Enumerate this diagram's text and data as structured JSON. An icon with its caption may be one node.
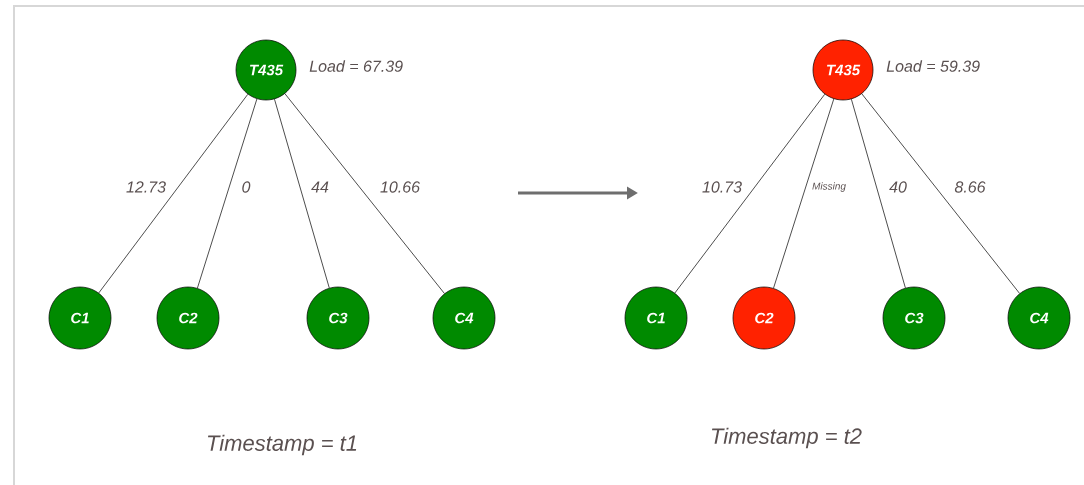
{
  "diagram": {
    "nodes": [
      {
        "text": [
          "T435"
        ],
        "beside": [
          "Load = 67.39"
        ]
      },
      {
        "text": [
          "C1"
        ]
      },
      {
        "text": [
          "C2"
        ]
      },
      {
        "text": [
          "C3"
        ]
      },
      {
        "text": [
          "C4"
        ]
      },
      {
        "text": [
          "T435"
        ],
        "beside": [
          "Load = 59.39"
        ]
      },
      {
        "text": [
          "C1"
        ]
      },
      {
        "text": [
          "C2"
        ]
      },
      {
        "text": [
          "C3"
        ]
      },
      {
        "text": [
          "C4"
        ]
      }
    ],
    "edges": [
      {
        "from": 0,
        "to": 1,
        "arrow": "none",
        "label": "12.73"
      },
      {
        "from": 0,
        "to": 2,
        "arrow": "none",
        "label": "0"
      },
      {
        "from": 0,
        "to": 3,
        "arrow": "none",
        "label": "44"
      },
      {
        "from": 0,
        "to": 4,
        "arrow": "none",
        "label": "10.66"
      },
      {
        "from": 5,
        "to": 6,
        "arrow": "none",
        "label": "10.73"
      },
      {
        "from": 5,
        "to": 7,
        "arrow": "none",
        "label": "Missing"
      },
      {
        "from": 5,
        "to": 8,
        "arrow": "none",
        "label": "40"
      },
      {
        "from": 5,
        "to": 9,
        "arrow": "none",
        "label": "8.66"
      }
    ],
    "labels": [
      "Timestamp = t1",
      "Timestamp = t2"
    ]
  }
}
